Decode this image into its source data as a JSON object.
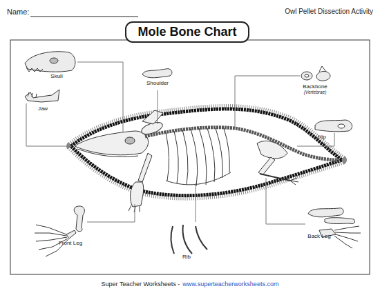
{
  "diagram": {
    "title": "Mole Bone Chart",
    "labels": [
      "Name:",
      "Owl Pellet Dissection Activity",
      "Skull",
      "Jaw",
      "Shoulder",
      "Backbone",
      "(Vertebrae)",
      "Hip",
      "Front Leg",
      "Rib",
      "Back Leg",
      "Super Teacher Worksheets -",
      "www.superteacherworksheets.com"
    ]
  }
}
